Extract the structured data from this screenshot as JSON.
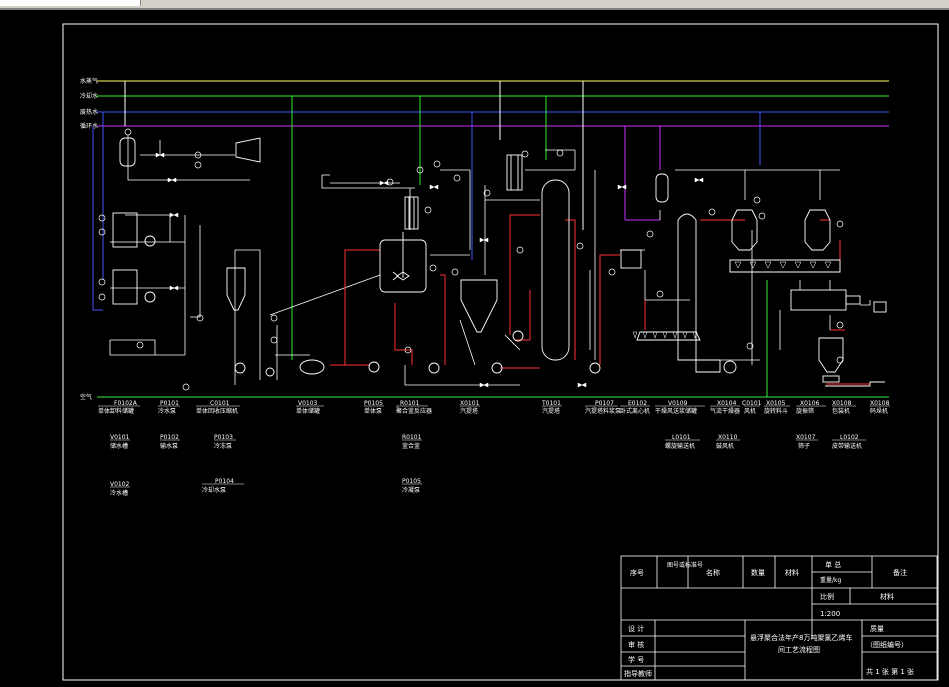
{
  "utility_lines": [
    {
      "label": "水蒸气",
      "color": "#ffff66"
    },
    {
      "label": "冷却水",
      "color": "#33ee33"
    },
    {
      "label": "废热水",
      "color": "#4455ff"
    },
    {
      "label": "循环水",
      "color": "#cc33ff"
    }
  ],
  "air_label": "空气",
  "equipment_row1": [
    {
      "tag": "F0102A",
      "name": "单体卸料储罐"
    },
    {
      "tag": "P0101",
      "name": "冷水泵"
    },
    {
      "tag": "C0101",
      "name": "单体回收压缩机"
    },
    {
      "tag": "V0103",
      "name": "单体储罐"
    },
    {
      "tag": "P0105",
      "name": "单体泵"
    },
    {
      "tag": "R0101",
      "name": "聚合釜反应器"
    },
    {
      "tag": "X0101",
      "name": "汽提塔"
    },
    {
      "tag": "T0101",
      "name": "汽提塔"
    },
    {
      "tag": "P0107",
      "name": "汽提塔料浆泵"
    },
    {
      "tag": "E0102",
      "name": "卧式离心机"
    },
    {
      "tag": "V0109",
      "name": "干燥风送浆储罐"
    },
    {
      "tag": "X0104",
      "name": "气流干燥器"
    },
    {
      "tag": "C0101",
      "name": "风机"
    },
    {
      "tag": "X0105",
      "name": "旋转料斗"
    },
    {
      "tag": "X0106",
      "name": "旋振筛"
    },
    {
      "tag": "X0108",
      "name": "包装机"
    },
    {
      "tag": "X0108",
      "name": "码垛机"
    }
  ],
  "equipment_row2": [
    {
      "tag": "V0101",
      "name": "储水槽"
    },
    {
      "tag": "P0102",
      "name": "输水泵"
    },
    {
      "tag": "P0103",
      "name": "冷冻泵"
    },
    {
      "tag": "R0101",
      "name": "釜合釜"
    },
    {
      "tag": "L0101",
      "name": "螺旋输送机"
    },
    {
      "tag": "X0110",
      "name": "鼓风机"
    },
    {
      "tag": "X0107",
      "name": "筛子"
    },
    {
      "tag": "L0102",
      "name": "皮带输送机"
    }
  ],
  "equipment_row3": [
    {
      "tag": "V0102",
      "name": "冷水槽"
    },
    {
      "tag": "P0104",
      "name": "冷却水泵"
    },
    {
      "tag": "P0105",
      "name": "冷凝泵"
    }
  ],
  "title_block": {
    "headers": [
      "序号",
      "图号或标准号",
      "名称",
      "数量",
      "材料"
    ],
    "weight_header": "单 总",
    "weight_unit": "重量/kg",
    "remarks": "备注",
    "scale_label": "比例",
    "material_label": "材料",
    "scale_value": "1:200",
    "designer": "设 计",
    "reviewer": "审 核",
    "student_id": "学 号",
    "advisor": "指导教师",
    "title_line1": "悬浮聚合法年产8万吨聚氯乙烯车",
    "title_line2": "间工艺流程图",
    "quality_label": "质量",
    "drawing_no": "（图纸编号）",
    "sheet": "共 1 张  第 1 张"
  }
}
